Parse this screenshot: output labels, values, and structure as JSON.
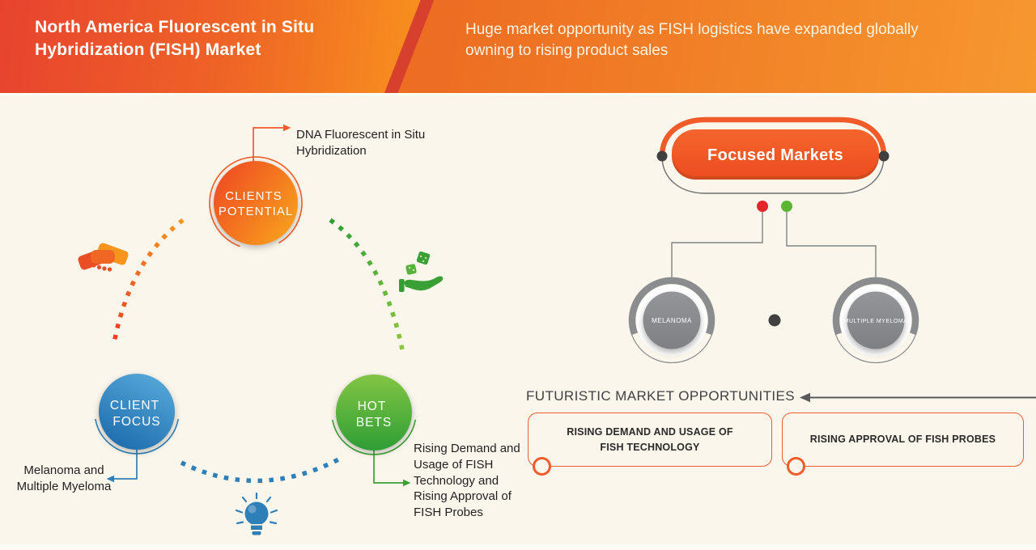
{
  "banner": {
    "title": "North America Fluorescent in Situ Hybridization (FISH) Market",
    "subtitle": "Huge market opportunity as FISH logistics have expanded globally owning to rising product sales"
  },
  "cycle": {
    "nodes": [
      {
        "id": "clients-potential",
        "label_lines": [
          "CLIENTS",
          "POTENTIAL"
        ],
        "annotation": "DNA Fluorescent in Situ Hybridization",
        "color_from": "#ee4423",
        "color_to": "#f89c1d"
      },
      {
        "id": "client-focus",
        "label_lines": [
          "CLIENT",
          "FOCUS"
        ],
        "annotation": "Melanoma and Multiple Myeloma",
        "color_from": "#54a6d7",
        "color_to": "#1c6bad"
      },
      {
        "id": "hot-bets",
        "label_lines": [
          "HOT",
          "BETS"
        ],
        "annotation": "Rising Demand and Usage of FISH Technology and Rising Approval of FISH Probes",
        "color_from": "#82c544",
        "color_to": "#2f9e35"
      }
    ],
    "icons": [
      "handshake-icon",
      "dice-in-hand-icon",
      "lightbulb-icon"
    ]
  },
  "focused_markets": {
    "title": "Focused Markets",
    "markets": [
      "MELANOMA",
      "MULTIPLE MYELOMA"
    ]
  },
  "futuristic": {
    "heading": "FUTURISTIC MARKET OPPORTUNITIES",
    "boxes": [
      "RISING DEMAND AND USAGE OF FISH TECHNOLOGY",
      "RISING APPROVAL OF FISH PROBES"
    ]
  },
  "colors": {
    "accent_orange": "#f15a29",
    "banner_red": "#e8432e",
    "banner_orange": "#f78e1e",
    "blue": "#2e7fb8",
    "green": "#3aa035",
    "gray_circle": "#8a8c8e",
    "dot_red": "#e5252c",
    "dot_green": "#5cb531",
    "background": "#faf6ec"
  }
}
